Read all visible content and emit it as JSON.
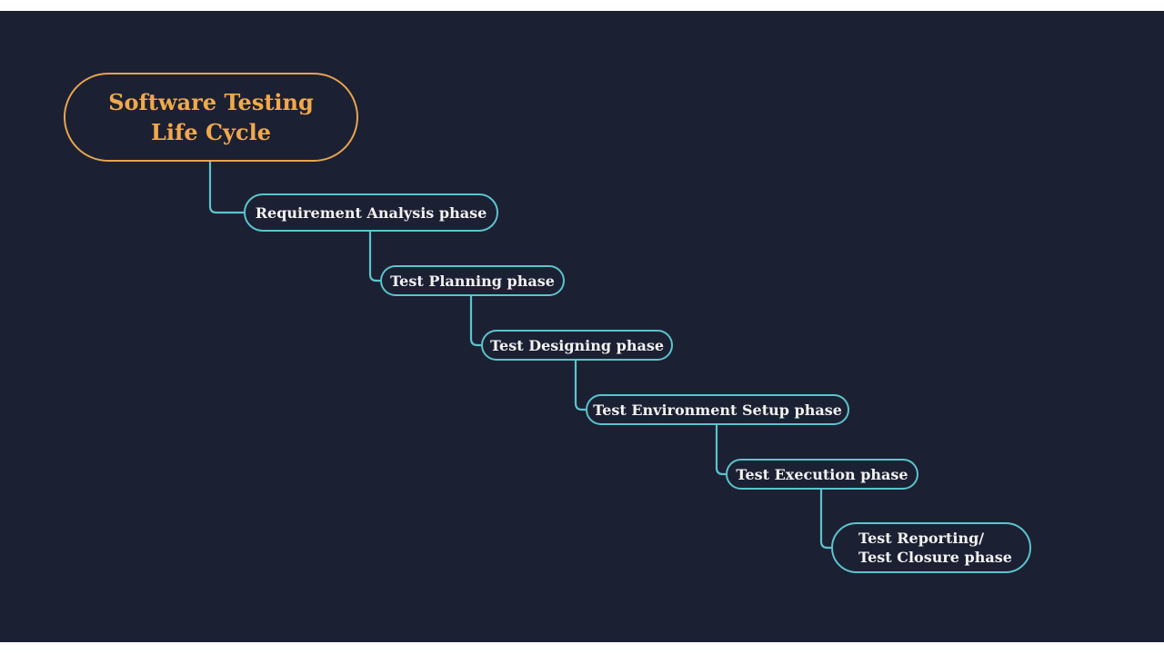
{
  "colors": {
    "background": "#1c2033",
    "root_border": "#e8a54e",
    "root_text": "#f0a94d",
    "phase_border": "#5bc4cc",
    "phase_text": "#f2f2f2",
    "connector": "#5bc4cc"
  },
  "root": {
    "line1": "Software Testing",
    "line2": "Life Cycle"
  },
  "phases": [
    {
      "label": "Requirement Analysis phase"
    },
    {
      "label": "Test Planning phase"
    },
    {
      "label": "Test Designing phase"
    },
    {
      "label": "Test Environment Setup phase"
    },
    {
      "label": "Test Execution phase"
    },
    {
      "line1": "Test Reporting/",
      "line2": "Test Closure phase"
    }
  ]
}
